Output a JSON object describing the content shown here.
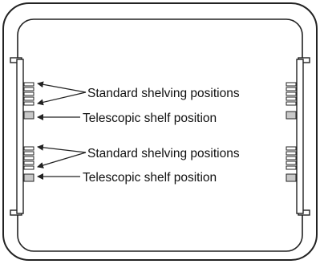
{
  "labels": {
    "upper_standard": "Standard shelving positions",
    "upper_telescopic": "Telescopic shelf position",
    "lower_standard": "Standard shelving positions",
    "lower_telescopic": "Telescopic shelf position"
  },
  "colors": {
    "line": "#222222",
    "background": "#ffffff",
    "telescopic_fill": "#c8c8c8"
  }
}
